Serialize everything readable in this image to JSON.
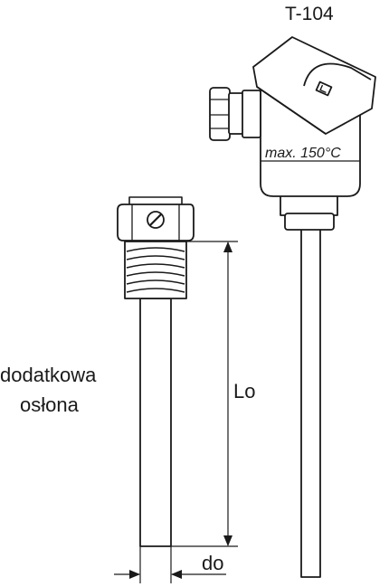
{
  "sensor": {
    "model": "T-104",
    "max_temp": "max. 150°C"
  },
  "thermowell": {
    "label_line1": "dodatkowa",
    "label_line2": "osłona"
  },
  "dimensions": {
    "length": "Lo",
    "diameter": "do"
  },
  "colors": {
    "stroke": "#1a1a1a",
    "fill": "#ffffff"
  }
}
